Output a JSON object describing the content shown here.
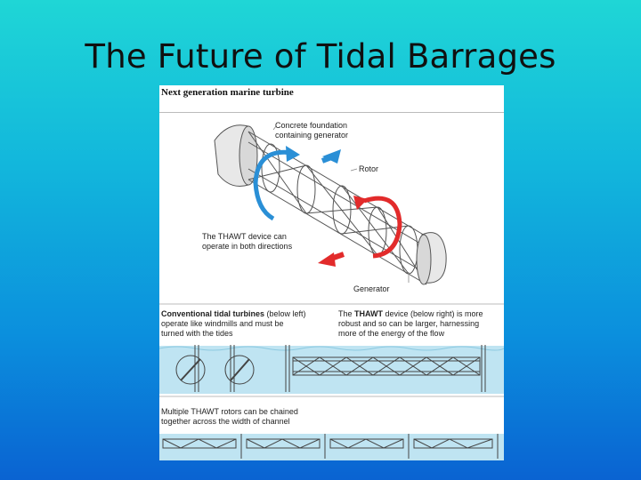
{
  "slide": {
    "title": "The Future of Tidal Barrages"
  },
  "figure": {
    "heading": "Next generation marine turbine",
    "labels": {
      "foundation_line1": "Concrete foundation",
      "foundation_line2": "containing generator",
      "rotor": "Rotor",
      "directions_line1": "The THAWT device can",
      "directions_line2": "operate in both directions",
      "generator": "Generator"
    },
    "conventional": {
      "bold": "Conventional tidal turbines",
      "rest1": " (below left)",
      "line2": "operate like windmills and must be",
      "line3": "turned with the tides"
    },
    "thawt": {
      "pre": "The ",
      "bold": "THAWT",
      "rest1": " device (below right) is more",
      "line2": "robust and so can be larger, harnessing",
      "line3": "more of the energy of the flow"
    },
    "chained": {
      "line1": "Multiple THAWT rotors can be chained",
      "line2": "together across the width of channel"
    },
    "colors": {
      "arrow_blue": "#2a8fd6",
      "arrow_red": "#e22b2b",
      "water": "#bfe4f2"
    }
  }
}
